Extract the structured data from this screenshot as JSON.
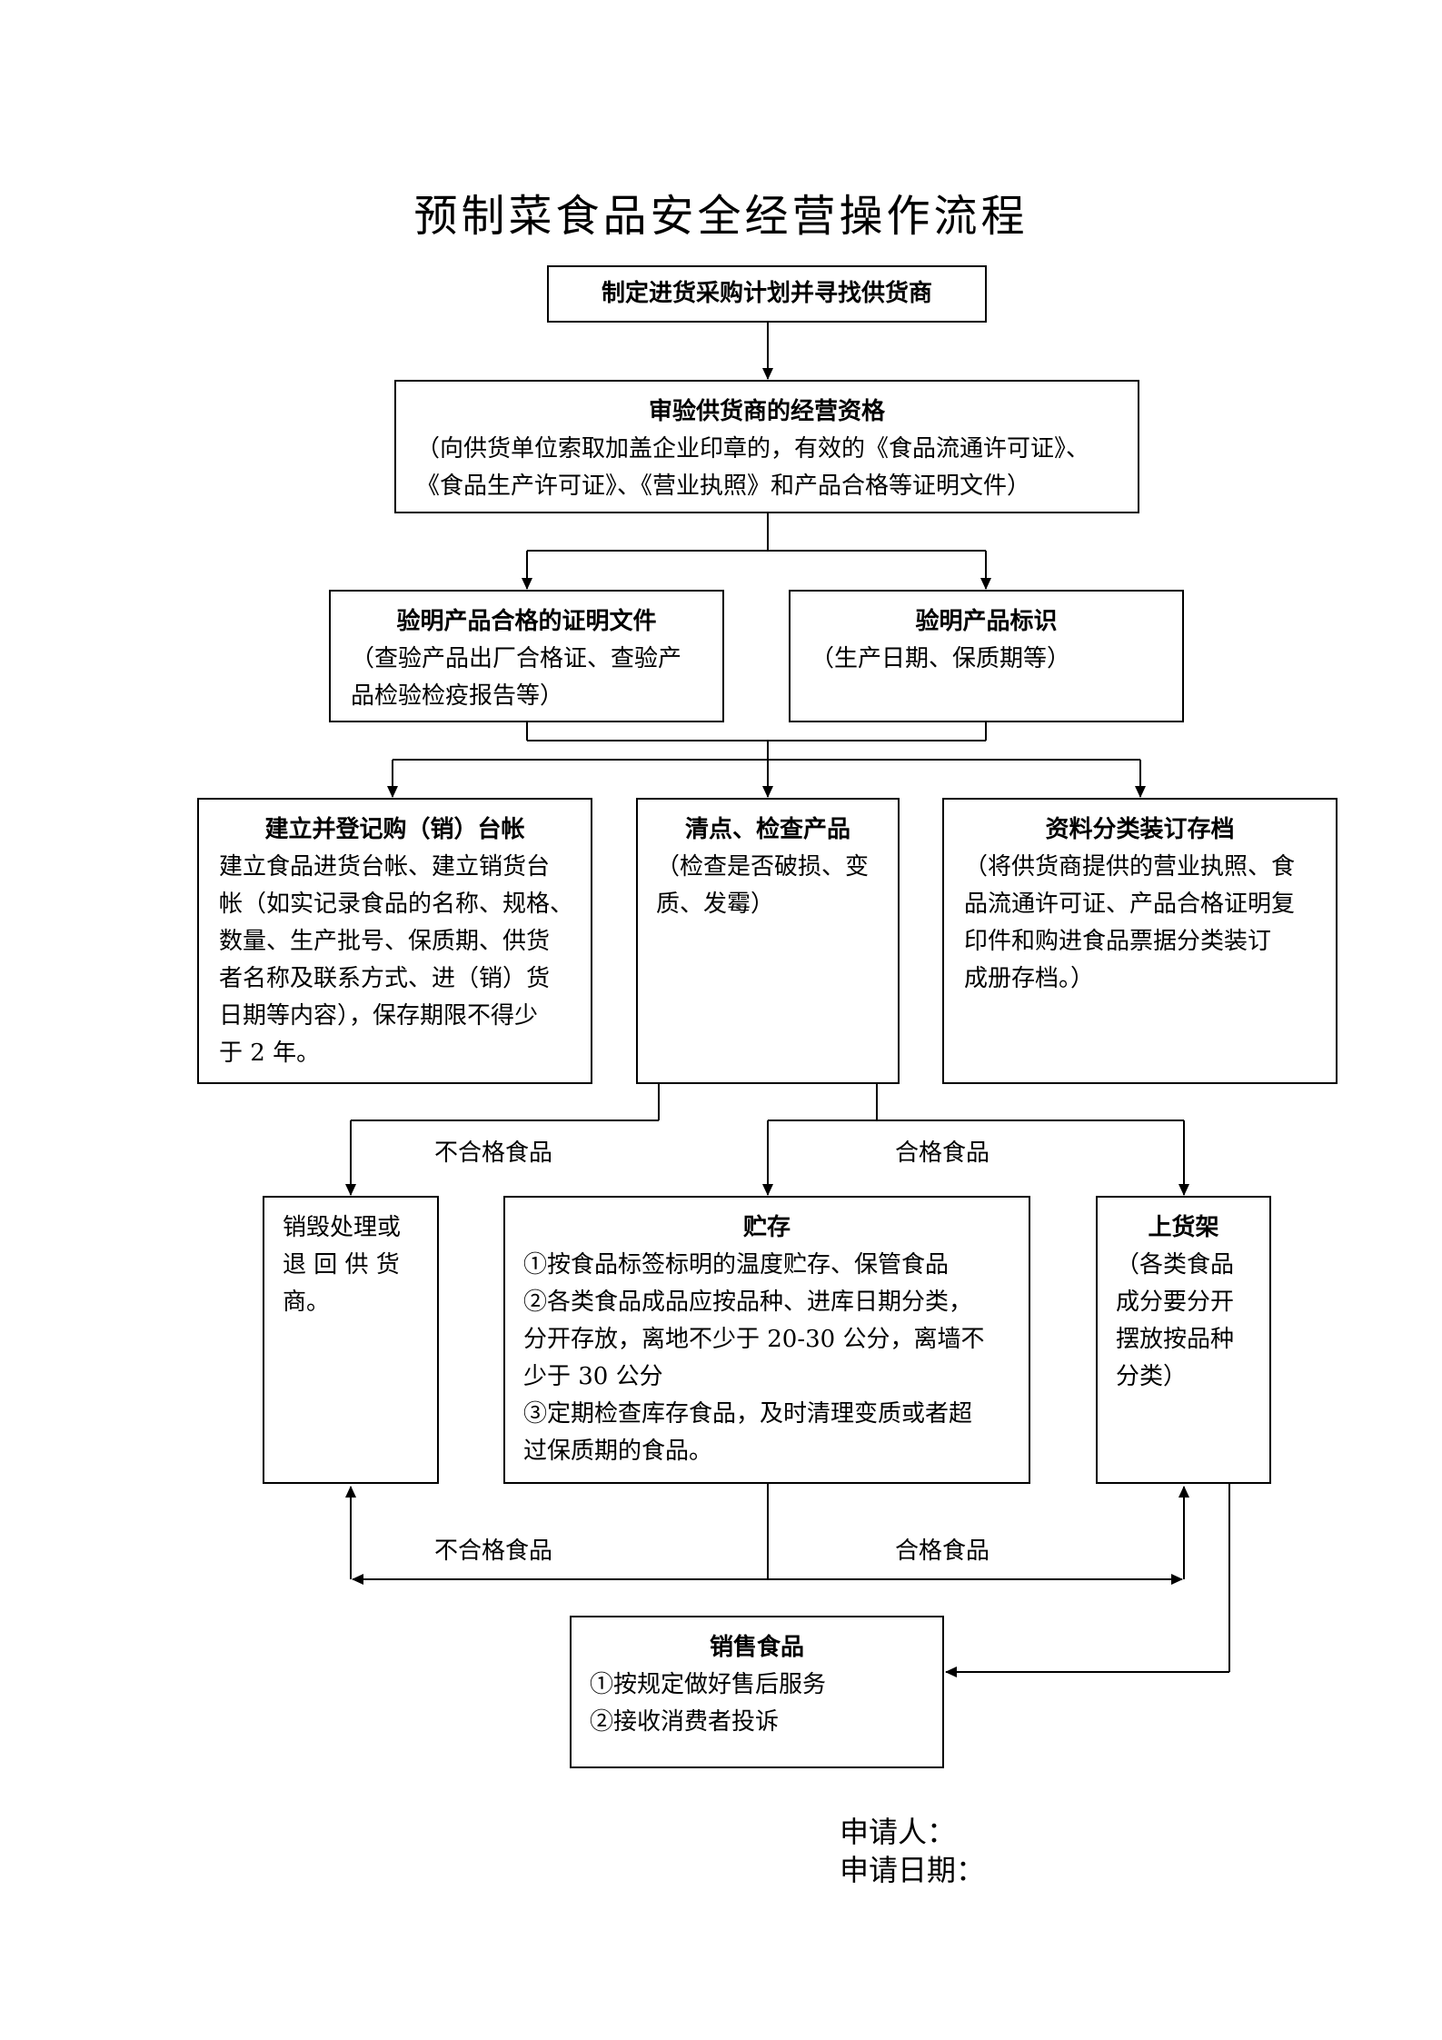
{
  "title": "预制菜食品安全经营操作流程",
  "boxes": {
    "plan": {
      "head": "制定进货采购计划并寻找供货商"
    },
    "review": {
      "head": "审验供货商的经营资格",
      "body": [
        "（向供货单位索取加盖企业印章的，有效的《食品流通许可证》、",
        "《食品生产许可证》、《营业执照》和产品合格等证明文件）"
      ]
    },
    "cert": {
      "head": "验明产品合格的证明文件",
      "body": [
        "（查验产品出厂合格证、查验产",
        "品检验检疫报告等）"
      ]
    },
    "label": {
      "head": "验明产品标识",
      "body": [
        "（生产日期、保质期等）"
      ]
    },
    "ledger": {
      "head": "建立并登记购（销）台帐",
      "body": [
        "建立食品进货台帐、建立销货台",
        "帐（如实记录食品的名称、规格、",
        "数量、生产批号、保质期、供货",
        "者名称及联系方式、进（销）货",
        "日期等内容），保存期限不得少",
        "于 2 年。"
      ]
    },
    "check": {
      "head": "清点、检查产品",
      "body": [
        "（检查是否破损、变",
        "质、发霉）"
      ]
    },
    "archive": {
      "head": "资料分类装订存档",
      "body": [
        "（将供货商提供的营业执照、食",
        "品流通许可证、产品合格证明复",
        "印件和购进食品票据分类装订",
        "成册存档。）"
      ]
    },
    "destroy": {
      "body": [
        "销毁处理或",
        "退 回 供 货",
        "商。"
      ]
    },
    "storage": {
      "head": "贮存",
      "body": [
        "①按食品标签标明的温度贮存、保管食品",
        "②各类食品成品应按品种、进库日期分类，",
        "分开存放，离地不少于 20-30 公分，离墙不",
        "少于 30 公分",
        "③定期检查库存食品，及时清理变质或者超",
        "过保质期的食品。"
      ]
    },
    "shelf": {
      "head": "上货架",
      "body": [
        "（各类食品",
        "成分要分开",
        "摆放按品种",
        "分类）"
      ]
    },
    "sale": {
      "head": "销售食品",
      "body": [
        "①按规定做好售后服务",
        "②接收消费者投诉"
      ]
    }
  },
  "labels": {
    "unqualified_1": "不合格食品",
    "qualified_1": "合格食品",
    "unqualified_2": "不合格食品",
    "qualified_2": "合格食品"
  },
  "signature": {
    "applicant": "申请人：",
    "date": "申请日期："
  }
}
